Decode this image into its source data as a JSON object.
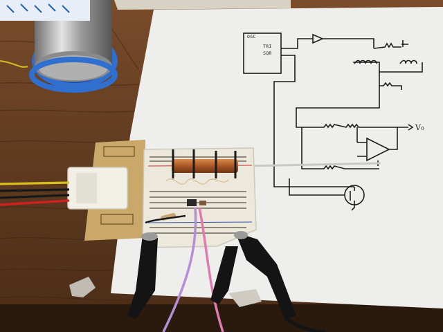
{
  "schematic": {
    "osc_label": "OSC",
    "tri_label": "TRI",
    "sqr_label": "SQR",
    "output_label": "V₀"
  },
  "colors": {
    "wood": "#6b4325",
    "paper": "#eeeeec",
    "solder_spool": "#2f6fd0",
    "breadboard": "#ece8dc",
    "copper_coil": "#b5652f",
    "probe_clip": "#141414",
    "purple_wire": "#b48fd8",
    "pink_wire": "#e07ab0",
    "pcb": "#c9a86a"
  },
  "objects": [
    "solder-wire-spool",
    "hand-drawn-schematic",
    "breadboard",
    "copper-coil",
    "molex-power-connector",
    "oscilloscope-probe-clips"
  ]
}
